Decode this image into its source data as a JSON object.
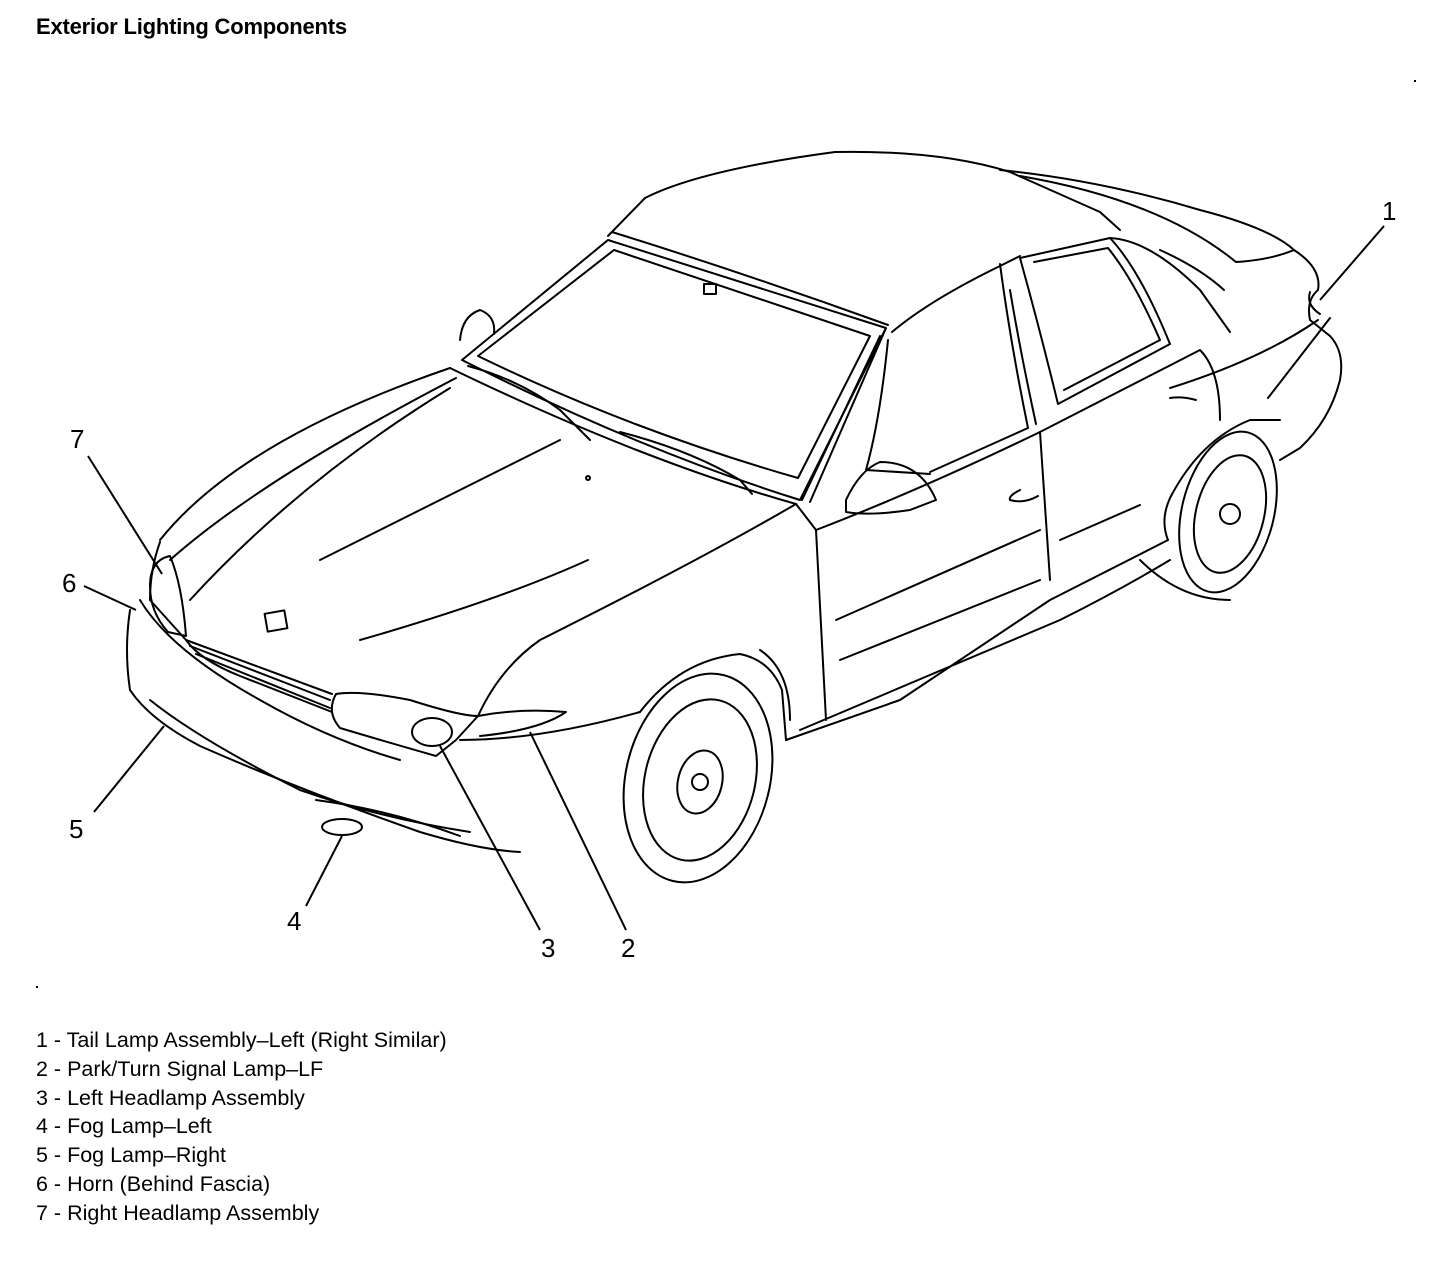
{
  "title": "Exterior Lighting Components",
  "callouts": [
    {
      "num": "1",
      "label": "Tail Lamp Assembly–Left (Right Similar)"
    },
    {
      "num": "2",
      "label": "Park/Turn Signal Lamp–LF"
    },
    {
      "num": "3",
      "label": "Left Headlamp Assembly"
    },
    {
      "num": "4",
      "label": "Fog Lamp–Left"
    },
    {
      "num": "5",
      "label": "Fog Lamp–Right"
    },
    {
      "num": "6",
      "label": "Horn (Behind Fascia)"
    },
    {
      "num": "7",
      "label": "Right Headlamp Assembly"
    }
  ],
  "legend": [
    "1 - Tail Lamp Assembly–Left (Right Similar)",
    "2 - Park/Turn Signal Lamp–LF",
    "3 - Left Headlamp Assembly",
    "4 - Fog Lamp–Left",
    "5 - Fog Lamp–Right",
    "6 - Horn (Behind Fascia)",
    "7 - Right Headlamp Assembly"
  ]
}
